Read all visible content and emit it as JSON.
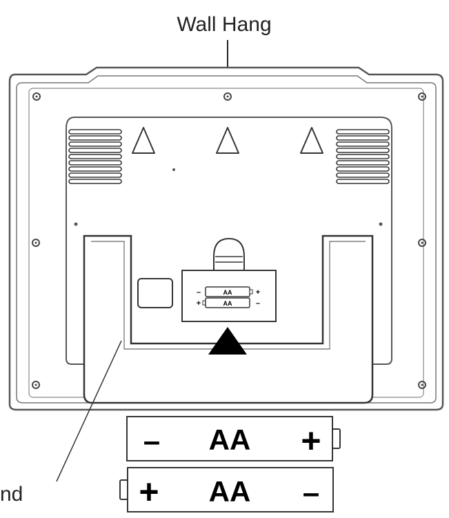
{
  "labels": {
    "wall_hang": "Wall Hang",
    "stand_partial": "nd"
  },
  "batteries": [
    {
      "minus_sign": "–",
      "type": "AA",
      "plus_sign": "+",
      "orientation": "terminal-right"
    },
    {
      "plus_sign": "+",
      "type": "AA",
      "minus_sign": "–",
      "orientation": "terminal-left"
    }
  ],
  "compartment_batteries": [
    {
      "left_sign": "–",
      "type": "AA",
      "right_sign": "+"
    },
    {
      "left_sign": "+",
      "type": "AA",
      "right_sign": "–"
    }
  ],
  "colors": {
    "line": "#222222",
    "frame": "#555555",
    "fill": "#ffffff"
  }
}
